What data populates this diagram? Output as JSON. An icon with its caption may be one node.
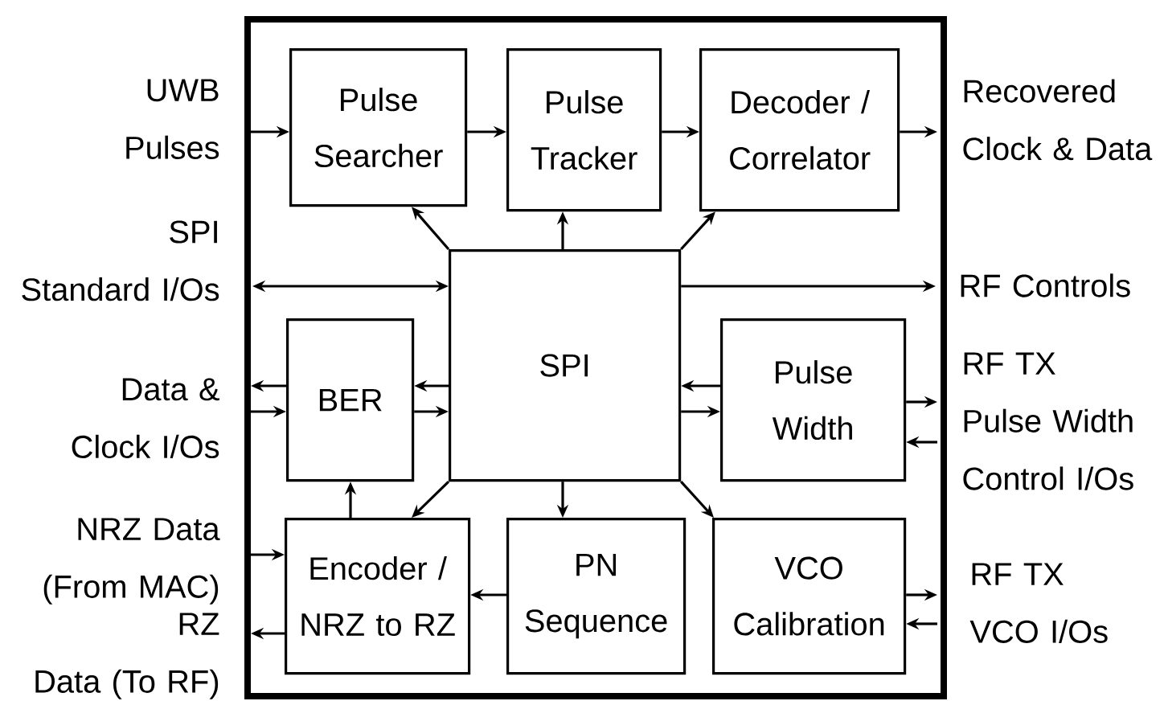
{
  "diagram": {
    "nodes": [
      {
        "text": [],
        "shape": "box"
      },
      {
        "text": [
          "Pulse Searcher"
        ],
        "in": 0
      },
      {
        "text": [
          "Pulse Tracker"
        ],
        "in": 0
      },
      {
        "text": [
          "Decoder / Correlator"
        ],
        "in": 0
      },
      {
        "text": [
          "SPI"
        ],
        "in": 0
      },
      {
        "text": [
          "BER"
        ],
        "in": 0
      },
      {
        "text": [
          "Pulse Width"
        ],
        "in": 0
      },
      {
        "text": [
          "Encoder / NRZ to RZ"
        ],
        "in": 0
      },
      {
        "text": [
          "PN Sequence"
        ],
        "in": 0
      },
      {
        "text": [
          "VCO Calibration"
        ],
        "in": 0
      }
    ],
    "edges": [
      {
        "from": null,
        "to": 1,
        "arrow": "to"
      },
      {
        "from": 1,
        "to": 2,
        "arrow": "to"
      },
      {
        "from": 2,
        "to": 3,
        "arrow": "to"
      },
      {
        "from": 3,
        "to": null,
        "arrow": "to"
      },
      {
        "from": 4,
        "to": 1,
        "arrow": "to"
      },
      {
        "from": 4,
        "to": 2,
        "arrow": "to"
      },
      {
        "from": 4,
        "to": 3,
        "arrow": "to"
      },
      {
        "from": null,
        "to": 4,
        "arrow": "both"
      },
      {
        "from": 4,
        "to": null,
        "arrow": "to"
      },
      {
        "from": 5,
        "to": null,
        "arrow": "to"
      },
      {
        "from": null,
        "to": 5,
        "arrow": "to"
      },
      {
        "from": 4,
        "to": 5,
        "arrow": "to"
      },
      {
        "from": 5,
        "to": 4,
        "arrow": "to"
      },
      {
        "from": 6,
        "to": 4,
        "arrow": "to"
      },
      {
        "from": 4,
        "to": 6,
        "arrow": "to"
      },
      {
        "from": 6,
        "to": null,
        "arrow": "to"
      },
      {
        "from": null,
        "to": 6,
        "arrow": "to"
      },
      {
        "from": 7,
        "to": 5,
        "arrow": "to"
      },
      {
        "from": 4,
        "to": 7,
        "arrow": "to"
      },
      {
        "from": 4,
        "to": 8,
        "arrow": "to"
      },
      {
        "from": 4,
        "to": 9,
        "arrow": "to"
      },
      {
        "from": 8,
        "to": 7,
        "arrow": "to"
      },
      {
        "from": null,
        "to": 7,
        "arrow": "to"
      },
      {
        "from": 7,
        "to": null,
        "arrow": "to"
      },
      {
        "from": 9,
        "to": null,
        "arrow": "to"
      },
      {
        "from": null,
        "to": 9,
        "arrow": "to"
      }
    ],
    "labels": [
      "UWB Pulses",
      "Recovered Clock & Data",
      "SPI Standard I/Os",
      "RF Controls",
      "Data & Clock I/Os",
      "RF TX Pulse Width Control I/Os",
      "NRZ Data (From MAC)",
      "RF TX VCO I/Os",
      "RZ Data (To RF)"
    ]
  }
}
